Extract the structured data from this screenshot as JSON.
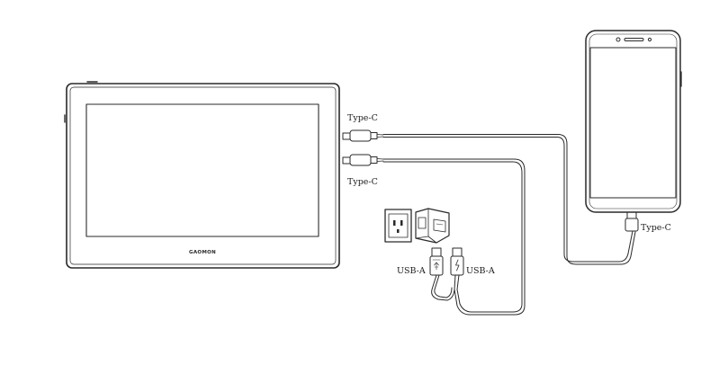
{
  "diagram": {
    "display": {
      "brand": "GAOMON"
    },
    "labels": {
      "display_port_top": "Type-C",
      "display_port_bottom": "Type-C",
      "phone_port": "Type-C",
      "adapter_usb": "USB-A",
      "cable_usb": "USB-A"
    }
  }
}
